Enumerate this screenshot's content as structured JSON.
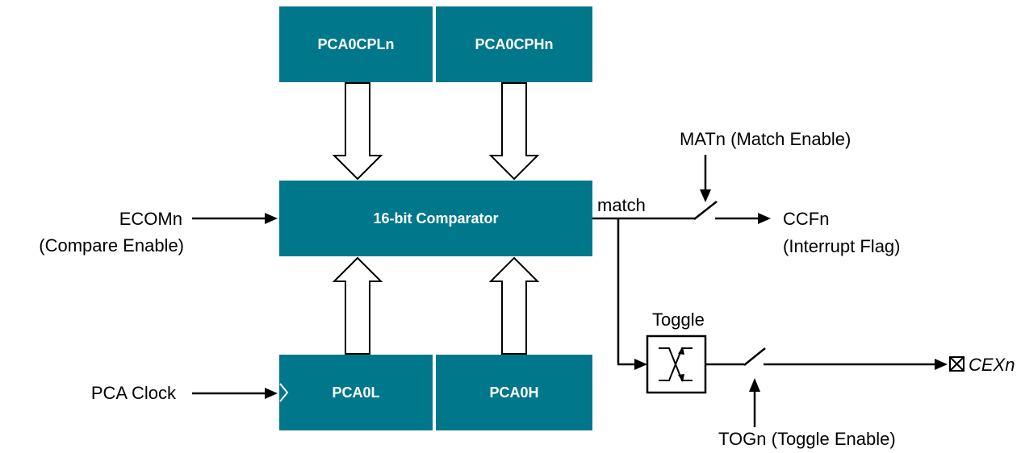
{
  "blocks": {
    "cpl": "PCA0CPLn",
    "cph": "PCA0CPHn",
    "comparator": "16-bit Comparator",
    "pca0l": "PCA0L",
    "pca0h": "PCA0H"
  },
  "labels": {
    "ecom_line1": "ECOMn",
    "ecom_line2": "(Compare Enable)",
    "pca_clock": "PCA Clock",
    "match": "match",
    "mat_enable": "MATn (Match Enable)",
    "ccf_line1": "CCFn",
    "ccf_line2": "(Interrupt Flag)",
    "toggle": "Toggle",
    "tog_enable": "TOGn (Toggle Enable)",
    "cex": "CEXn"
  },
  "colors": {
    "block_fill": "#00778b",
    "block_text": "#ffffff",
    "line": "#000000"
  }
}
